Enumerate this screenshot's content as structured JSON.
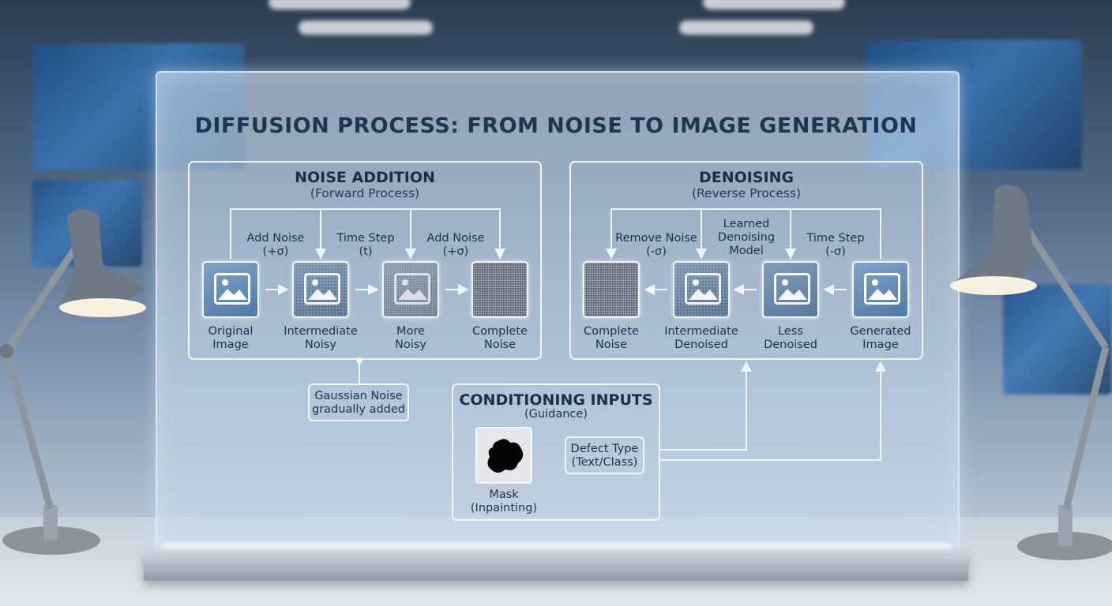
{
  "title": "DIFFUSION PROCESS: FROM NOISE TO IMAGE GENERATION",
  "forward": {
    "title": "NOISE ADDITION",
    "subtitle": "(Forward Process)",
    "steps": [
      {
        "line1": "Original",
        "line2": "Image"
      },
      {
        "line1": "Intermediate",
        "line2": "Noisy"
      },
      {
        "line1": "More",
        "line2": "Noisy"
      },
      {
        "line1": "Complete",
        "line2": "Noise"
      }
    ],
    "labels": [
      {
        "line1": "Add Noise",
        "line2": "(+σ)"
      },
      {
        "line1": "Time Step",
        "line2": "(t)"
      },
      {
        "line1": "Add Noise",
        "line2": "(+σ)"
      }
    ],
    "note": {
      "line1": "Gaussian Noise",
      "line2": "gradually added"
    }
  },
  "reverse": {
    "title": "DENOISING",
    "subtitle": "(Reverse Process)",
    "steps": [
      {
        "line1": "Complete",
        "line2": "Noise"
      },
      {
        "line1": "Intermediate",
        "line2": "Denoised"
      },
      {
        "line1": "Less",
        "line2": "Denoised"
      },
      {
        "line1": "Generated",
        "line2": "Image"
      }
    ],
    "labels": [
      {
        "line1": "Remove Noise",
        "line2": "(-σ)"
      },
      {
        "line1": "Learned",
        "line2": "Denoising",
        "line3": "Model"
      },
      {
        "line1": "Time Step",
        "line2": "(-σ)"
      }
    ]
  },
  "conditioning": {
    "title": "CONDITIONING INPUTS",
    "subtitle": "(Guidance)",
    "mask": {
      "line1": "Mask",
      "line2": "(Inpainting)"
    },
    "defect": {
      "line1": "Defect Type",
      "line2": "(Text/Class)"
    }
  },
  "colors": {
    "line": "#eef6ff",
    "text": "#1e3148",
    "glass_edge": "#dcebfa"
  },
  "icons": [
    "image-icon",
    "arrow-right-icon",
    "arrow-left-icon",
    "arrow-down-icon",
    "arrow-up-icon",
    "mask-blob-icon",
    "desk-lamp-icon"
  ]
}
